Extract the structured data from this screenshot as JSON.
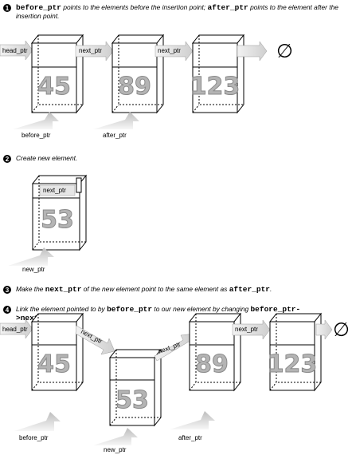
{
  "steps": [
    {
      "num": "1",
      "code1": "before_ptr",
      "t1": " points to the elements before the insertion point; ",
      "code2": "after_ptr",
      "t2": " points to the element after the insertion point."
    },
    {
      "num": "2",
      "text": "Create new element."
    },
    {
      "num": "3",
      "t1": "Make the ",
      "code1": "next_ptr",
      "t2": " of the new element point to the same element as ",
      "code2": "after_ptr",
      "t3": "."
    },
    {
      "num": "4",
      "t1": "Link the element pointed to by ",
      "code1": "before_ptr",
      "t2": " to our new element by changing ",
      "code2": "before_ptr->next_ptr",
      "t3": "."
    }
  ],
  "labels": {
    "head_ptr": "head_ptr",
    "next_ptr": "next_ptr",
    "before_ptr": "before_ptr",
    "after_ptr": "after_ptr",
    "new_ptr": "new_ptr",
    "null": "∅"
  },
  "values": {
    "v45": "45",
    "v89": "89",
    "v123": "123",
    "v53": "53"
  }
}
